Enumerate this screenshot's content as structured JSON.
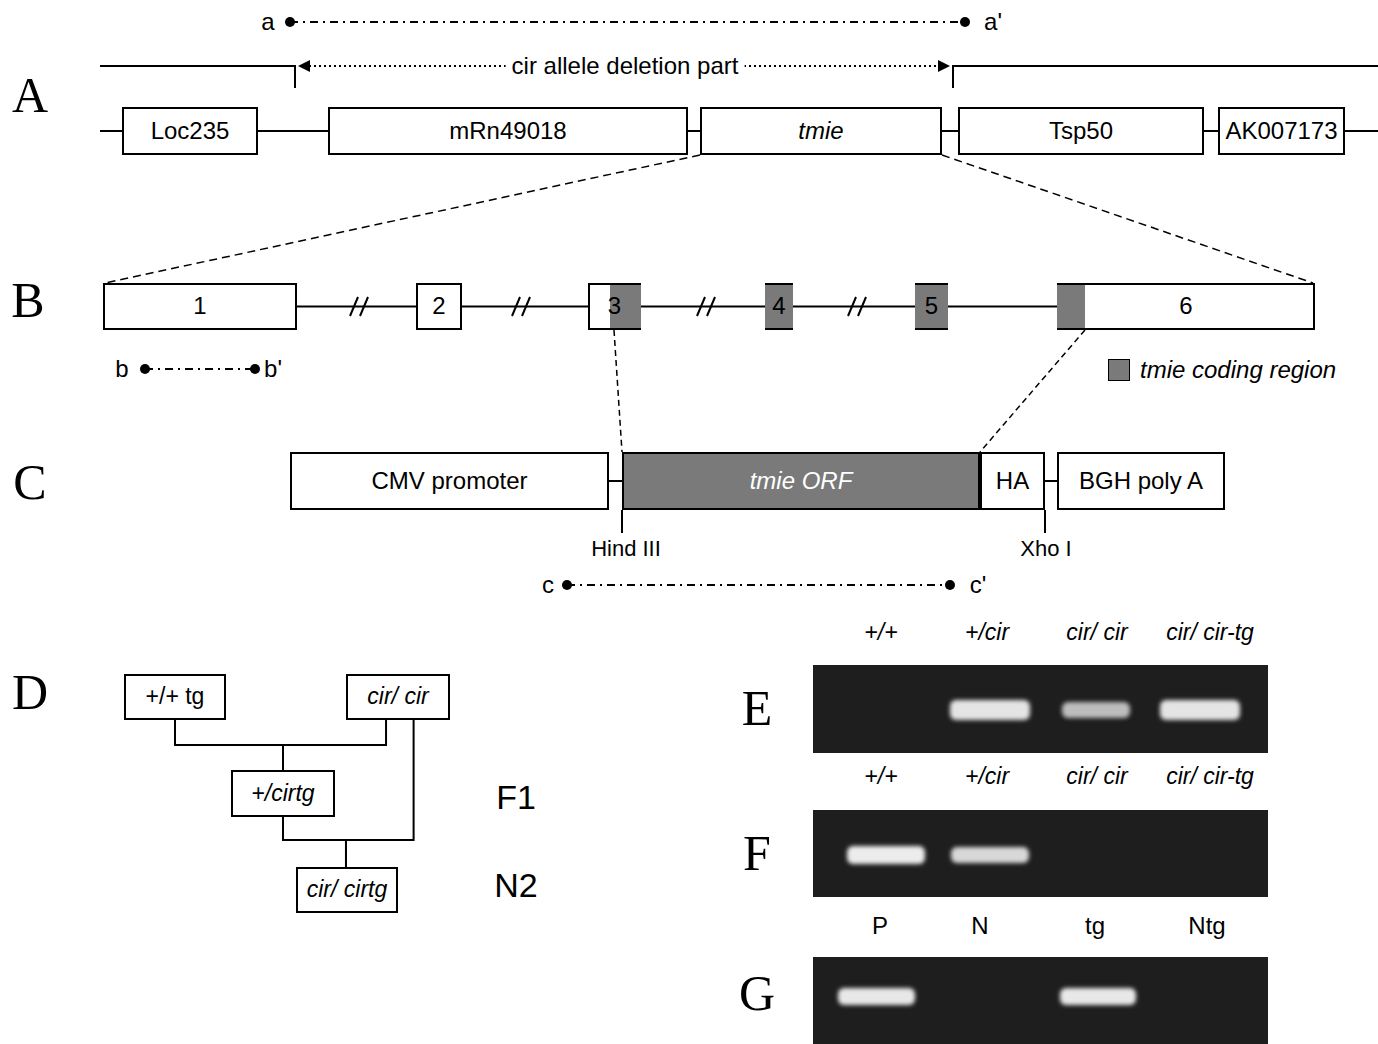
{
  "diagram": {
    "nodes": [
      {
        "text": [
          "Loc235"
        ]
      },
      {
        "text": [
          "mRn49018"
        ]
      },
      {
        "text": [
          "tmie"
        ]
      },
      {
        "text": [
          "Tsp50"
        ]
      },
      {
        "text": [
          "AK007173"
        ]
      },
      {
        "text": [
          "1"
        ]
      },
      {
        "text": [
          "2"
        ]
      },
      {
        "text": [
          "3"
        ]
      },
      {
        "text": [
          "4"
        ]
      },
      {
        "text": [
          "5"
        ]
      },
      {
        "text": [
          "6"
        ]
      },
      {
        "text": [
          "CMV promoter"
        ]
      },
      {
        "text": [
          "tmie ORF"
        ]
      },
      {
        "text": [
          "HA"
        ]
      },
      {
        "text": [
          "BGH poly A"
        ]
      },
      {
        "text": [
          "+/+ tg"
        ]
      },
      {
        "text": [
          "cir/ cir"
        ]
      },
      {
        "text": [
          "+/cirtg"
        ]
      },
      {
        "text": [
          "cir/ cirtg"
        ]
      }
    ],
    "edges": [
      {
        "from": 0,
        "to": 1,
        "arrow": "none"
      },
      {
        "from": 1,
        "to": 2,
        "arrow": "none"
      },
      {
        "from": 2,
        "to": 3,
        "arrow": "none"
      },
      {
        "from": 3,
        "to": 4,
        "arrow": "none"
      },
      {
        "from": 5,
        "to": 6,
        "arrow": "none"
      },
      {
        "from": 6,
        "to": 7,
        "arrow": "none"
      },
      {
        "from": 7,
        "to": 8,
        "arrow": "none"
      },
      {
        "from": 8,
        "to": 9,
        "arrow": "none"
      },
      {
        "from": 9,
        "to": 10,
        "arrow": "none"
      },
      {
        "from": 11,
        "to": 12,
        "arrow": "none"
      },
      {
        "from": 13,
        "to": 14,
        "arrow": "none"
      },
      {
        "from": 15,
        "to": 17,
        "arrow": "none"
      },
      {
        "from": 16,
        "to": 17,
        "arrow": "none"
      },
      {
        "from": 17,
        "to": 18,
        "arrow": "none"
      },
      {
        "from": 16,
        "to": 18,
        "arrow": "none"
      }
    ],
    "labels": [
      "A",
      "a",
      "a'",
      "cir allele deletion part",
      "B",
      "b",
      "b'",
      "C",
      "Hind III",
      "Xho I",
      "c",
      "c'",
      "D",
      "F1",
      "N2",
      "E",
      "+/+",
      "+/cir",
      "cir/ cir",
      "cir/ cir-tg",
      "F",
      "+/+",
      "+/cir",
      "cir/ cir",
      "cir/ cir-tg",
      "G",
      "P",
      "N",
      "tg",
      "Ntg"
    ],
    "legend": [
      {
        "text": "tmie coding region",
        "color": "#7a7a7a"
      }
    ]
  }
}
